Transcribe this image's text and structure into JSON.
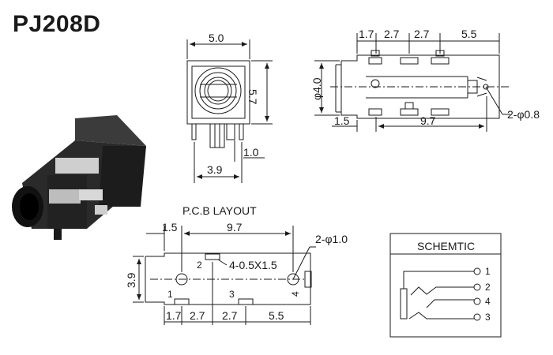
{
  "title": "PJ208D",
  "front_view": {
    "width": "5.0",
    "height": "5.7",
    "pin_gap": "3.9",
    "pin_offset": "1.0"
  },
  "side_view": {
    "top_dims": [
      "1.7",
      "2.7",
      "2.7",
      "5.5"
    ],
    "diameter": "φ4.0",
    "left_offset": "1.5",
    "length": "9.7",
    "hole_label": "2-φ0.8"
  },
  "pcb_layout": {
    "title": "P.C.B LAYOUT",
    "left_offset": "1.5",
    "length": "9.7",
    "height": "3.9",
    "hole_label": "2-φ1.0",
    "slot_label": "4-0.5X1.5",
    "bottom_dims": [
      "1.7",
      "2.7",
      "2.7",
      "5.5"
    ],
    "pin_labels": [
      "1",
      "2",
      "3",
      "4"
    ]
  },
  "schematic": {
    "title": "SCHEMTIC",
    "pins": [
      "1",
      "2",
      "4",
      "3"
    ]
  }
}
